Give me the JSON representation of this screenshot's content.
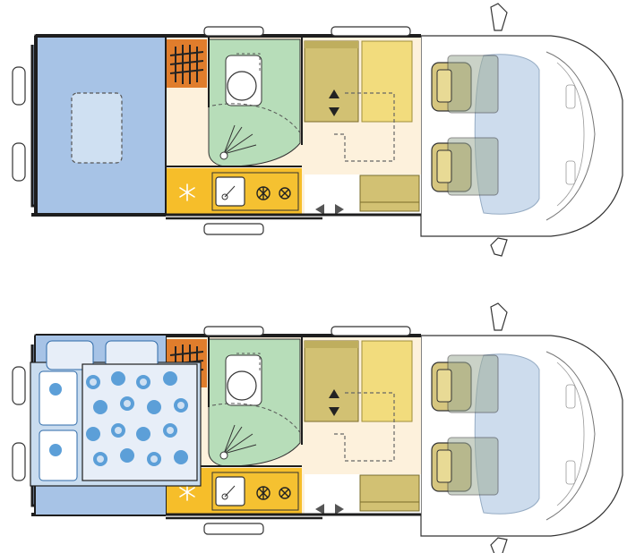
{
  "diagram": {
    "plans": [
      {
        "id": "day",
        "bed_mode": "day"
      },
      {
        "id": "night",
        "bed_mode": "night"
      }
    ]
  },
  "colors": {
    "outline": "#1e1e1e",
    "bed_blue": "#a7c3e6",
    "bed_panel": "#cfe0f2",
    "wardrobe_orange": "#e07d2c",
    "bathroom_green": "#b7ddb9",
    "seat_olive": "#d2c173",
    "seat_yellow": "#f2dc7d",
    "kitchen_yellow": "#f6be2a",
    "floor_cream": "#fdf1dc",
    "cab_seat": "#d6c67f",
    "windshield": "#c8d9ec",
    "pillow_blue": "#5c9fd8"
  },
  "icons": {
    "snowflake": "snowflake-icon",
    "sink": "sink-icon",
    "burner": "gas-burner-icon",
    "arrows_updown": "arrow-updown-icon",
    "arrows_leftright": "arrow-leftright-icon",
    "shower": "shower-icon",
    "toilet": "toilet-icon"
  }
}
